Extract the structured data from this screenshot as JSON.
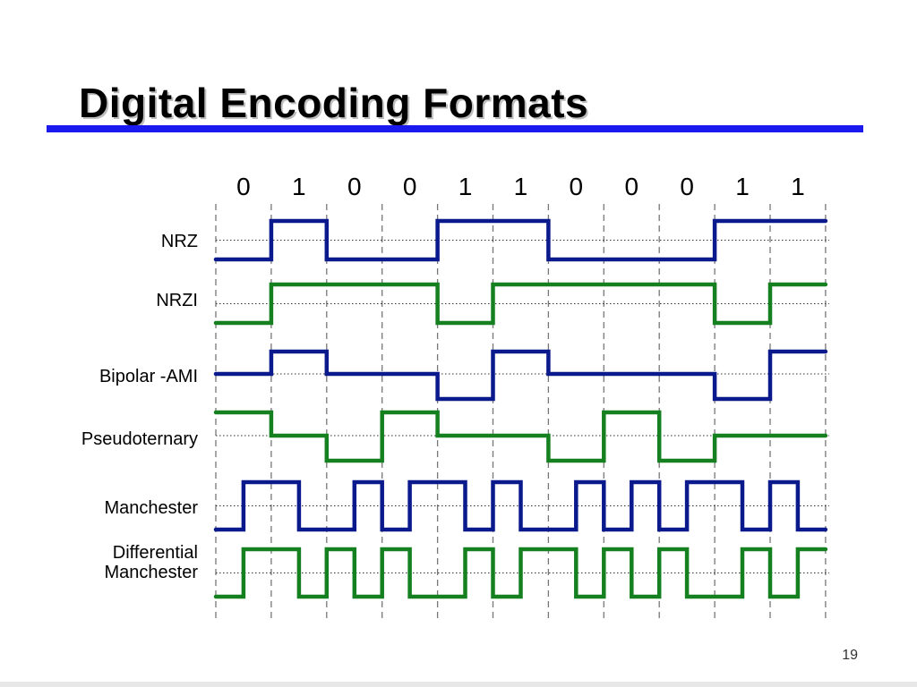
{
  "slide": {
    "title": "Digital Encoding Formats",
    "page_number": "19"
  },
  "colors": {
    "title_rule": "#1a1aee",
    "blue_trace": "#0a1a8c",
    "green_trace": "#15801f",
    "grid_dash": "#777777",
    "baseline_dots": "#333333"
  },
  "diagram": {
    "bits": [
      "0",
      "1",
      "0",
      "0",
      "1",
      "1",
      "0",
      "0",
      "0",
      "1",
      "1"
    ],
    "rows": [
      {
        "label": "NRZ",
        "color": "blue",
        "levels": [
          0,
          0,
          1,
          1,
          0,
          0,
          0,
          0,
          1,
          1,
          1,
          1,
          0,
          0,
          0,
          0,
          0,
          0,
          1,
          1,
          1,
          1
        ]
      },
      {
        "label": "NRZI",
        "color": "green",
        "levels": [
          0,
          0,
          1,
          1,
          1,
          1,
          1,
          1,
          0,
          0,
          1,
          1,
          1,
          1,
          1,
          1,
          1,
          1,
          0,
          0,
          1,
          1
        ]
      },
      {
        "label": "Bipolar -AMI",
        "color": "blue",
        "levels": [
          0,
          0,
          1,
          1,
          0,
          0,
          0,
          0,
          -1,
          -1,
          1,
          1,
          0,
          0,
          0,
          0,
          0,
          0,
          -1,
          -1,
          1,
          1
        ]
      },
      {
        "label": "Pseudoternary",
        "color": "green",
        "levels": [
          1,
          1,
          0,
          0,
          -1,
          -1,
          1,
          1,
          0,
          0,
          0,
          0,
          -1,
          -1,
          1,
          1,
          -1,
          -1,
          0,
          0,
          0,
          0
        ]
      },
      {
        "label": "Manchester",
        "color": "blue",
        "levels": [
          0,
          1,
          1,
          0,
          0,
          1,
          0,
          1,
          1,
          0,
          1,
          0,
          0,
          1,
          0,
          1,
          0,
          1,
          1,
          0,
          1,
          0
        ]
      },
      {
        "label": [
          "Differential",
          "Manchester"
        ],
        "color": "green",
        "levels": [
          0,
          1,
          1,
          0,
          1,
          0,
          1,
          0,
          0,
          1,
          0,
          1,
          1,
          0,
          1,
          0,
          1,
          0,
          0,
          1,
          0,
          1
        ]
      }
    ]
  }
}
